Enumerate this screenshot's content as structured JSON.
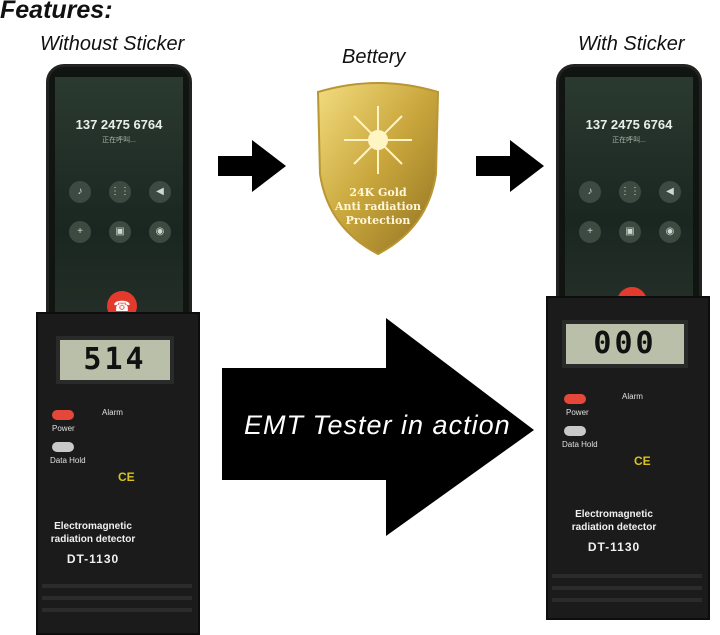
{
  "header": {
    "features": "Features:",
    "without": "Withoust Sticker",
    "battery": "Bettery",
    "with": "With Sticker"
  },
  "sticker": {
    "line1": "24K Gold",
    "line2": "Anti radiation",
    "line3": "Protection"
  },
  "phone": {
    "number": "137 2475 6764",
    "status": "正在呼叫..."
  },
  "meter_left": {
    "reading": "514"
  },
  "meter_right": {
    "reading": "000"
  },
  "detector": {
    "alarm": "Alarm",
    "power": "Power",
    "data_hold": "Data Hold",
    "ce": "CE",
    "name_line1": "Electromagnetic",
    "name_line2": "radiation detector",
    "model": "DT-1130"
  },
  "arrow_text": "EMT Tester in action",
  "colors": {
    "arrow": "#000000",
    "gold": "#c9a63c",
    "lcd": "#b9bfa9",
    "power_button": "#e5483a"
  }
}
